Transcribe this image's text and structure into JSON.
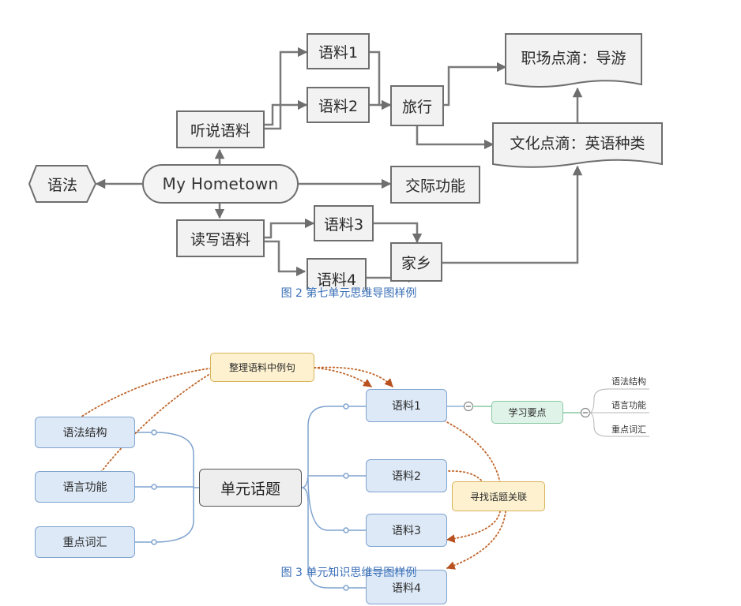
{
  "figure2": {
    "caption": "图 2 第七单元思维导图样例",
    "center": "My Hometown",
    "grammar": "语法",
    "listening": "听说语料",
    "reading": "读写语料",
    "corpus1": "语料1",
    "corpus2": "语料2",
    "corpus3": "语料3",
    "corpus4": "语料4",
    "travel": "旅行",
    "hometown": "家乡",
    "communication": "交际功能",
    "career": "职场点滴：导游",
    "culture": "文化点滴：英语种类"
  },
  "figure3": {
    "caption": "图 3 单元知识思维导图样例",
    "topic": "单元话题",
    "grammar_structure": "语法结构",
    "language_function": "语言功能",
    "key_vocabulary": "重点词汇",
    "organize_examples": "整理语料中例句",
    "corpus1": "语料1",
    "corpus2": "语料2",
    "corpus3": "语料3",
    "corpus4": "语料4",
    "find_links": "寻找话题关联",
    "learning_points": "学习要点",
    "leaf_grammar": "语法结构",
    "leaf_function": "语言功能",
    "leaf_vocab": "重点词汇"
  },
  "colors": {
    "f2_line": "#7a7a7a",
    "f3_branch": "#7fa3cf",
    "f3_dotted": "#c0652a",
    "caption": "#3a6fb6"
  }
}
